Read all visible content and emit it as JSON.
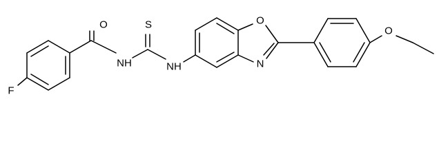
{
  "molecule": {
    "atoms": [
      {
        "id": "O_carbonyl",
        "label": "O"
      },
      {
        "id": "S_thio",
        "label": "S"
      },
      {
        "id": "NH_amide",
        "label": "NH"
      },
      {
        "id": "NH_aryl",
        "label": "NH"
      },
      {
        "id": "F",
        "label": "F"
      },
      {
        "id": "O_ring",
        "label": "O"
      },
      {
        "id": "N_ring",
        "label": "N"
      },
      {
        "id": "O_ether",
        "label": "O"
      }
    ]
  }
}
